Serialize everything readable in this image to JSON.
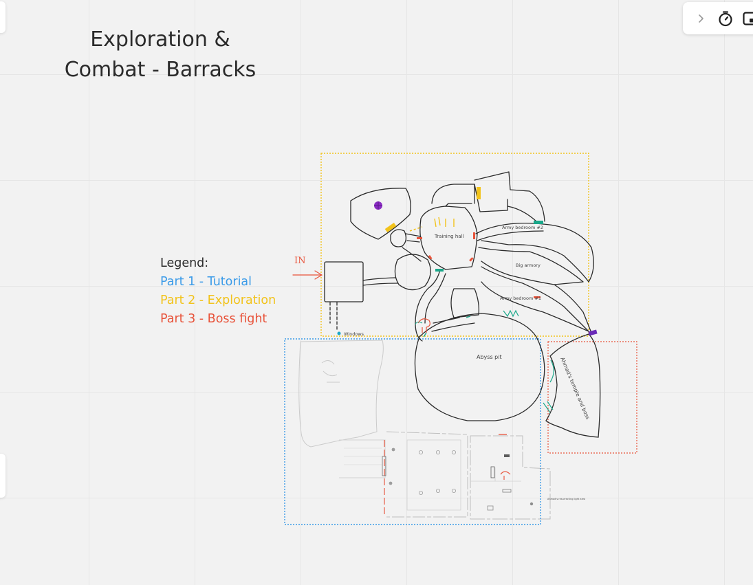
{
  "board": {
    "title": "Exploration &\nCombat - Barracks"
  },
  "legend": {
    "title": "Legend:",
    "items": [
      {
        "label": "Part 1 - Tutorial",
        "color": "#3b9be8"
      },
      {
        "label": "Part 2 - Exploration",
        "color": "#f2c31b"
      },
      {
        "label": "Part 3 - Boss fight",
        "color": "#e8533a"
      }
    ]
  },
  "map": {
    "entrance_label": "IN",
    "rooms": {
      "training_hall": "Training hall",
      "army_bedroom_2": "Army bedroom #2",
      "big_armory": "Big armory",
      "army_bedroom_1": "Army bedroom #1",
      "windows": "Windows",
      "abyss_pit": "Abyss pit",
      "temple": "Ahmad's temple and boss"
    },
    "colors": {
      "exploration_frame": "#f2c31b",
      "tutorial_frame": "#3b9be8",
      "boss_frame": "#e8533a",
      "door_green": "#1aa88a",
      "door_red": "#e8533a",
      "door_purple": "#6a2bb8",
      "marker_purple": "#8a2bc2"
    }
  },
  "toolbar": {
    "icons": [
      "chevron-right-icon",
      "timer-icon",
      "frame-icon"
    ]
  }
}
